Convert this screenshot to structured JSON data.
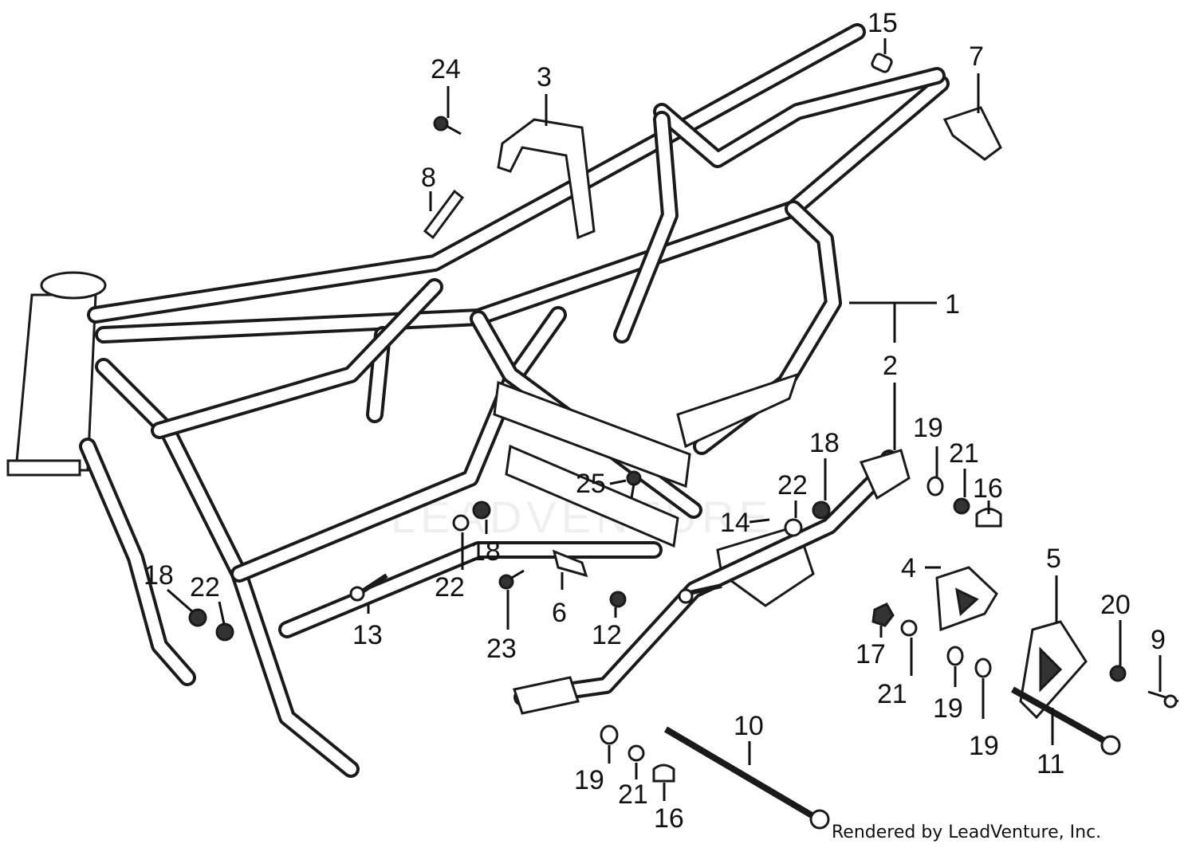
{
  "diagram": {
    "watermark": "LEADVENTURE",
    "callouts": [
      {
        "id": "c1",
        "label": "1"
      },
      {
        "id": "c2",
        "label": "2"
      },
      {
        "id": "c3",
        "label": "3"
      },
      {
        "id": "c4",
        "label": "4"
      },
      {
        "id": "c5",
        "label": "5"
      },
      {
        "id": "c6",
        "label": "6"
      },
      {
        "id": "c7",
        "label": "7"
      },
      {
        "id": "c8",
        "label": "8"
      },
      {
        "id": "c9",
        "label": "9"
      },
      {
        "id": "c10",
        "label": "10"
      },
      {
        "id": "c11",
        "label": "11"
      },
      {
        "id": "c12",
        "label": "12"
      },
      {
        "id": "c13",
        "label": "13"
      },
      {
        "id": "c14",
        "label": "14"
      },
      {
        "id": "c15",
        "label": "15"
      },
      {
        "id": "c16a",
        "label": "16"
      },
      {
        "id": "c16b",
        "label": "16"
      },
      {
        "id": "c17",
        "label": "17"
      },
      {
        "id": "c18a",
        "label": "18"
      },
      {
        "id": "c18b",
        "label": "18"
      },
      {
        "id": "c18c",
        "label": "18"
      },
      {
        "id": "c19a",
        "label": "19"
      },
      {
        "id": "c19b",
        "label": "19"
      },
      {
        "id": "c19c",
        "label": "19"
      },
      {
        "id": "c19d",
        "label": "19"
      },
      {
        "id": "c20",
        "label": "20"
      },
      {
        "id": "c21a",
        "label": "21"
      },
      {
        "id": "c21b",
        "label": "21"
      },
      {
        "id": "c21c",
        "label": "21"
      },
      {
        "id": "c22a",
        "label": "22"
      },
      {
        "id": "c22b",
        "label": "22"
      },
      {
        "id": "c22c",
        "label": "22"
      },
      {
        "id": "c23",
        "label": "23"
      },
      {
        "id": "c24",
        "label": "24"
      },
      {
        "id": "c25",
        "label": "25"
      }
    ]
  },
  "footer": {
    "credit": "Rendered by LeadVenture, Inc."
  }
}
